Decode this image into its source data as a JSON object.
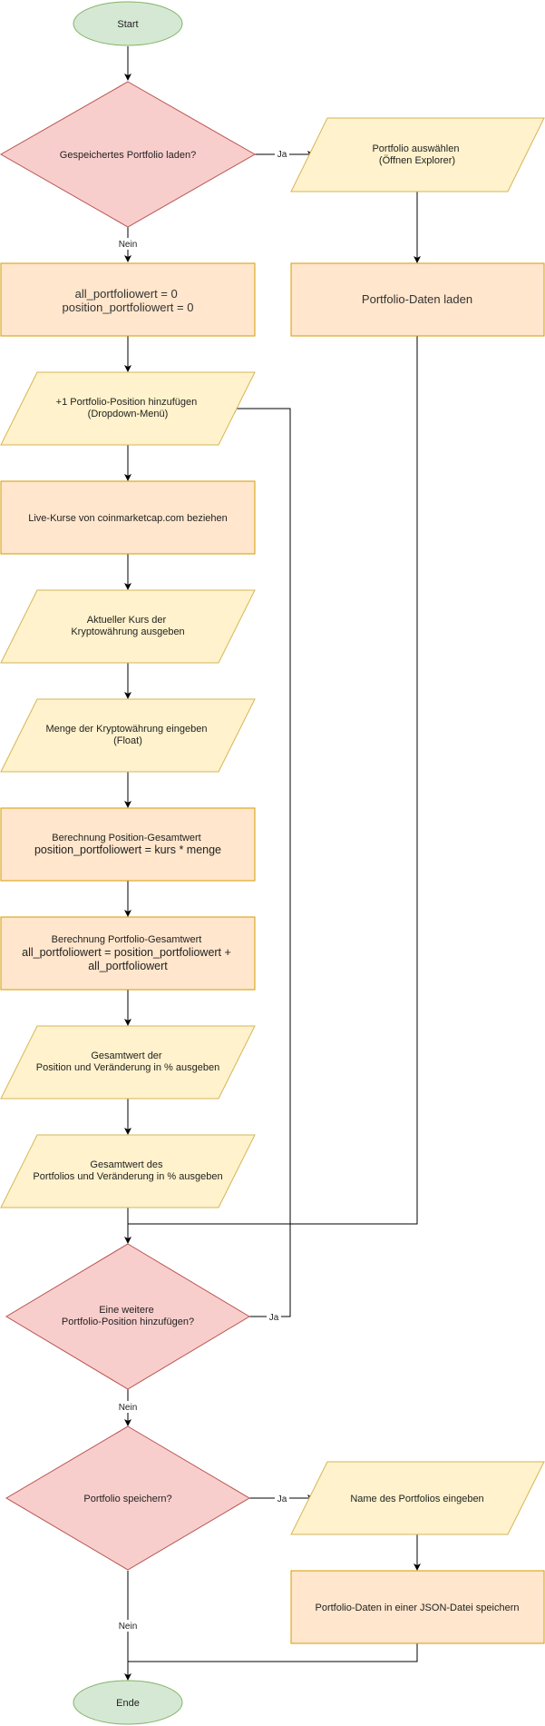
{
  "colors": {
    "terminal_fill": "#d5e8d4",
    "terminal_stroke": "#82b366",
    "decision_fill": "#f8cecc",
    "decision_stroke": "#b85450",
    "process_fill": "#ffe6cc",
    "process_stroke": "#d79b00",
    "io_fill": "#fff2cc",
    "io_stroke": "#d6b656"
  },
  "nodes": {
    "start": [
      "Start"
    ],
    "q_load": [
      "Gespeichertes Portfolio laden?"
    ],
    "choose": [
      "Portfolio auswählen",
      "(Öffnen Explorer)"
    ],
    "init": [
      "all_portfoliowert =  0",
      "position_portfoliowert = 0"
    ],
    "load_data": [
      "Portfolio-Daten laden"
    ],
    "add_pos": [
      "+1 Portfolio-Position hinzufügen",
      "(Dropdown-Menü)"
    ],
    "live": [
      "Live-Kurse von coinmarketcap.com beziehen"
    ],
    "show_rate": [
      "Aktueller Kurs der",
      "Kryptowährung ausgeben"
    ],
    "amount": [
      "Menge der Kryptowährung eingeben",
      "(Float)"
    ],
    "calc_pos": [
      "Berechnung Position-Gesamtwert",
      "position_portfoliowert = kurs * menge"
    ],
    "calc_port": [
      "Berechnung Portfolio-Gesamtwert",
      "all_portfoliowert =  position_portfoliowert +",
      "all_portfoliowert"
    ],
    "out_pos": [
      "Gesamtwert der",
      "Position und Veränderung in % ausgeben"
    ],
    "out_port": [
      "Gesamtwert des",
      "Portfolios und Veränderung in % ausgeben"
    ],
    "q_more": [
      "Eine weitere",
      "Portfolio-Position hinzufügen?"
    ],
    "q_save": [
      "Portfolio speichern?"
    ],
    "name": [
      "Name des Portfolios eingeben"
    ],
    "save_json": [
      "Portfolio-Daten in einer JSON-Datei speichern"
    ],
    "end": [
      "Ende"
    ]
  },
  "edge_labels": {
    "ja_load": "Ja",
    "nein_load": "Nein",
    "ja_more": "Ja",
    "nein_more": "Nein",
    "ja_save": "Ja",
    "nein_save": "Nein"
  }
}
